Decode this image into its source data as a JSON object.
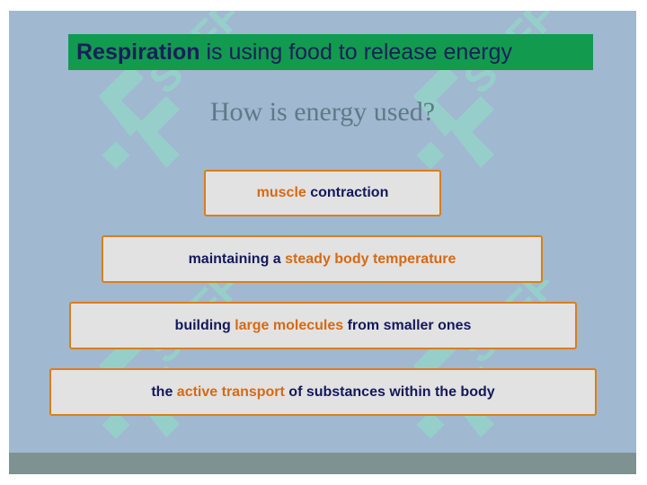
{
  "title": {
    "bold": "Respiration",
    "rest": " is using food to release energy"
  },
  "subtitle": "How is energy used?",
  "items": [
    [
      {
        "text": "muscle",
        "hl": true
      },
      {
        "text": " contraction",
        "hl": false
      }
    ],
    [
      {
        "text": "maintaining a ",
        "hl": false
      },
      {
        "text": "steady body temperature",
        "hl": true
      }
    ],
    [
      {
        "text": "building ",
        "hl": false
      },
      {
        "text": "large molecules",
        "hl": true
      },
      {
        "text": " from smaller ones",
        "hl": false
      }
    ],
    [
      {
        "text": "the ",
        "hl": false
      },
      {
        "text": "active transport",
        "hl": true
      },
      {
        "text": " of substances within the body",
        "hl": false
      }
    ]
  ],
  "watermark": {
    "text": "SOFF",
    "icon": "puzzle-logo-icon"
  },
  "colors": {
    "slide_bg": "#a0b8d0",
    "title_bg": "#129a4f",
    "title_text": "#1a1f5a",
    "subtitle_text": "#5d7a86",
    "box_bg": "#e2e2e2",
    "box_border": "#d87f1c",
    "highlight": "#d56a14",
    "bottom_band": "#7e9391",
    "watermark": "#8fe3c4"
  }
}
